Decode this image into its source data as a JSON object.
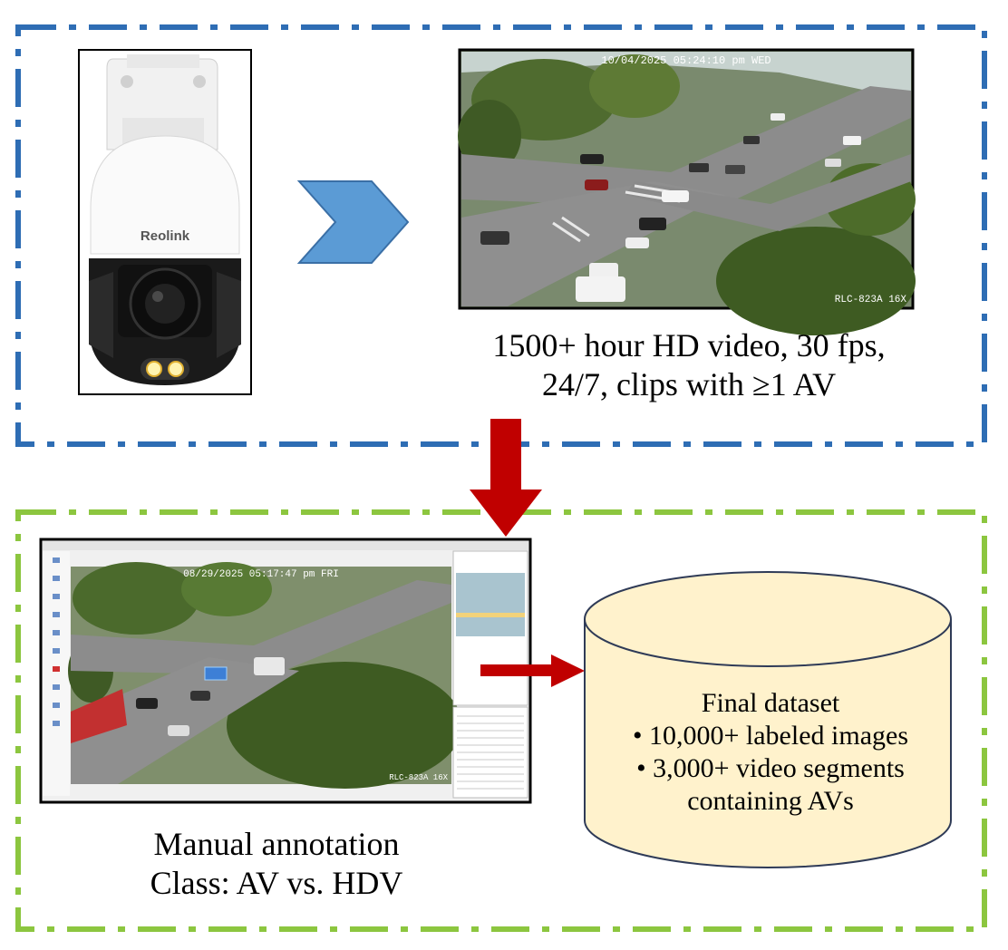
{
  "colors": {
    "top_border": "#2E6DB4",
    "bottom_border": "#8CC63F",
    "chevron": "#5B9BD5",
    "chevron_stroke": "#3A6FA6",
    "arrow": "#C00000",
    "cylinder_fill": "#FFF2CC",
    "cylinder_stroke": "#2F3B57"
  },
  "camera": {
    "brand": "Reolink"
  },
  "video_frame": {
    "timestamp": "10/04/2025 05:24:10 pm WED",
    "camera_label": "RLC-823A 16X"
  },
  "annotation_frame": {
    "timestamp": "08/29/2025 05:17:47 pm FRI",
    "camera_label": "RLC-823A 16X"
  },
  "capture_caption": {
    "line1": "1500+ hour HD video, 30 fps,",
    "line2": "24/7, clips with ≥1 AV"
  },
  "annotation_caption": {
    "line1": "Manual annotation",
    "line2": "Class: AV vs. HDV"
  },
  "dataset": {
    "title": "Final dataset",
    "bullet1": "• 10,000+ labeled images",
    "bullet2": "• 3,000+ video segments",
    "bullet3": "containing AVs"
  }
}
